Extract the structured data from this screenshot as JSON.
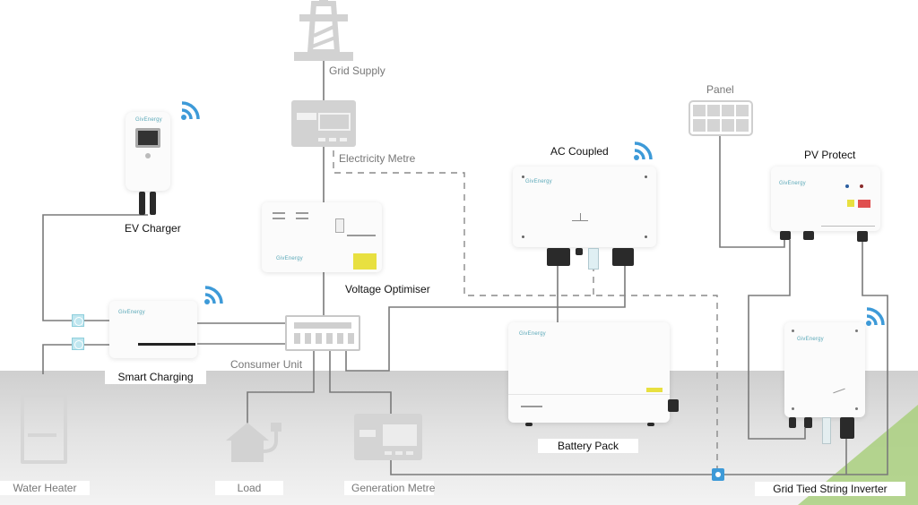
{
  "diagram": {
    "title": "GivEnergy home energy system",
    "brand_logo_text": "GivEnergy",
    "colors": {
      "wifi": "#3d9ad8",
      "wire": "#7a7a7a",
      "ghost": "#d2d2d2",
      "isolator": "#bfe6ef",
      "warning": "#e8e040",
      "accent_corner": "#a9cf7e"
    },
    "labels": {
      "grid_supply": "Grid Supply",
      "electricity_metre": "Electricity Metre",
      "ev_charger": "EV Charger",
      "voltage_optimiser": "Voltage Optimiser",
      "smart_charging": "Smart Charging",
      "consumer_unit": "Consumer Unit",
      "water_heater": "Water Heater",
      "load": "Load",
      "generation_metre": "Generation Metre",
      "ac_coupled": "AC Coupled",
      "battery_pack": "Battery Pack",
      "panel": "Panel",
      "pv_protect": "PV Protect",
      "grid_tied_string_inverter": "Grid Tied String Inverter"
    },
    "icons": {
      "wifi": "wifi-icon",
      "pylon": "pylon-icon",
      "solar_panel": "solar-panel-icon",
      "house_plug": "house-plug-icon",
      "meter": "meter-icon",
      "isolator": "isolator-icon",
      "comms_port": "comms-port-icon"
    }
  }
}
